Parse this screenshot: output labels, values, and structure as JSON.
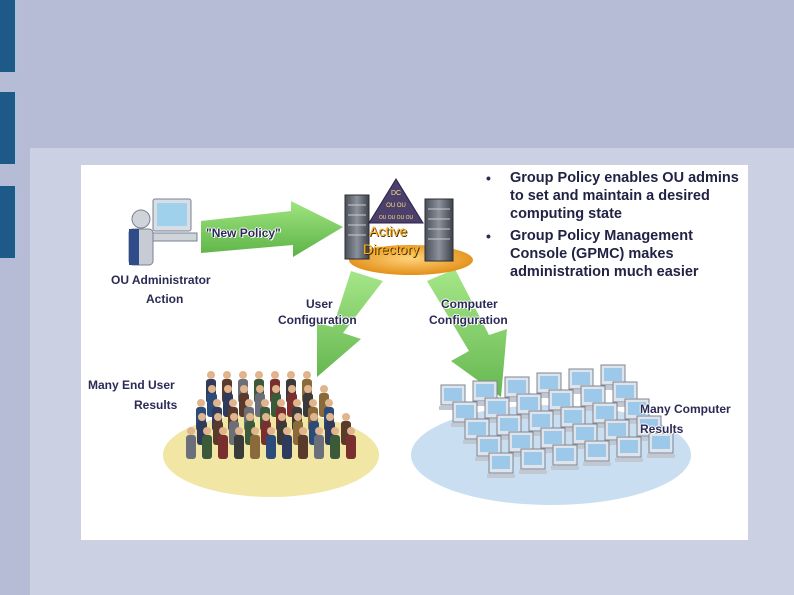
{
  "sidebar": {
    "accent_color": "#1d5a87"
  },
  "diagram": {
    "labels": {
      "new_policy": "\"New Policy\"",
      "ou_admin": "OU Administrator",
      "action": "Action",
      "ad_line1": "Active",
      "ad_line2": "Directory",
      "user_conf_1": "User",
      "user_conf_2": "Configuration",
      "comp_conf_1": "Computer",
      "comp_conf_2": "Configuration",
      "many_end_user": "Many End User",
      "results_users": "Results",
      "many_computer": "Many Computer",
      "results_computers": "Results"
    },
    "bullets": [
      "Group Policy enables OU admins to set and maintain a desired computing state",
      "Group Policy Management Console (GPMC) makes administration much easier"
    ],
    "bullet_glyph": "•",
    "tree_labels": [
      "DC",
      "OU OU",
      "OU OU OU OU"
    ],
    "colors": {
      "arrow_green": "#5cc23a",
      "user_ellipse": "#f1e6a4",
      "computer_ellipse": "#c9def1",
      "server_disc": "#f0a028",
      "text": "#2a2a55"
    }
  }
}
